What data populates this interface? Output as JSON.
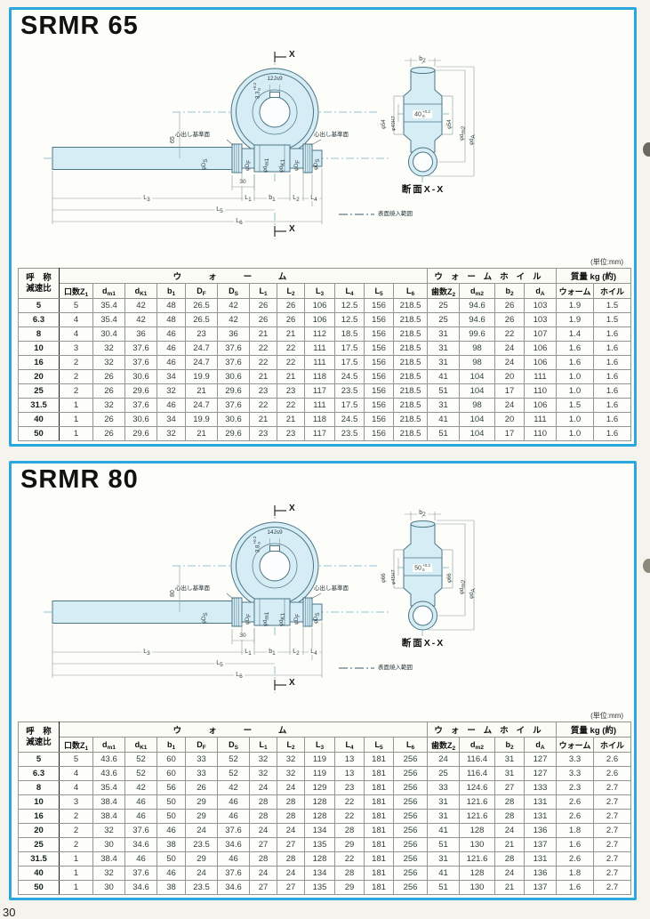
{
  "page": {
    "number": "30"
  },
  "unit_note": "(単位:mm)",
  "table_columns": {
    "ratio_line1": "呼　称",
    "ratio_line2": "減速比",
    "group_worm": "ウォーム",
    "group_wheel": "ウォームホイル",
    "group_mass": "質量 kg (約)",
    "worm": [
      "口数Z_{1}",
      "d_{m1}",
      "d_{K1}",
      "b_{1}",
      "D_{F}",
      "D_{S}",
      "L_{1}",
      "L_{2}",
      "L_{3}",
      "L_{4}",
      "L_{5}",
      "L_{6}"
    ],
    "wheel": [
      "歯数Z_{2}",
      "d_{m2}",
      "b_{2}",
      "d_{A}"
    ],
    "mass": [
      "ウォーム",
      "ホイル"
    ]
  },
  "drawing_common": {
    "section_x": "X",
    "datum": "心出し基準面",
    "dim_30": "30",
    "shaft_labels": [
      "φD_{S}",
      "φD_{F}",
      "φd_{m1}",
      "φd_{K1}",
      "φD_{F}",
      "φD_{S}"
    ],
    "dim_l3": "L_{3}",
    "dim_l1": "L_{1}",
    "dim_b1": "b_{1}",
    "dim_l2": "L_{2}",
    "dim_l4": "L_{4}",
    "dim_l5": "L_{5}",
    "dim_l6": "L_{6}",
    "dim_b2": "b_{2}",
    "dim_dm2": "φd_{m2}",
    "dim_da": "φd_{A}",
    "section_caption": "断面X-X",
    "legend": "表面焼入範囲",
    "tol_top": "+0.2",
    "tol_bottom": "0"
  },
  "panels": [
    {
      "title": "SRMR 65",
      "drawing": {
        "key_width": "12Js9",
        "key_depth": "3.3",
        "center_height": "65",
        "boss_dia_left": "φ54",
        "bore_dia": "φ40H7",
        "hub_width": "40",
        "boss_dia_right": "φ54"
      },
      "rows": [
        [
          "5",
          "5",
          "35.4",
          "42",
          "48",
          "26.5",
          "42",
          "26",
          "26",
          "106",
          "12.5",
          "156",
          "218.5",
          "25",
          "94.6",
          "26",
          "103",
          "1.9",
          "1.5"
        ],
        [
          "6.3",
          "4",
          "35.4",
          "42",
          "48",
          "26.5",
          "42",
          "26",
          "26",
          "106",
          "12.5",
          "156",
          "218.5",
          "25",
          "94.6",
          "26",
          "103",
          "1.9",
          "1.5"
        ],
        [
          "8",
          "4",
          "30.4",
          "36",
          "46",
          "23",
          "36",
          "21",
          "21",
          "112",
          "18.5",
          "156",
          "218.5",
          "31",
          "99.6",
          "22",
          "107",
          "1.4",
          "1.6"
        ],
        [
          "10",
          "3",
          "32",
          "37.6",
          "46",
          "24.7",
          "37.6",
          "22",
          "22",
          "111",
          "17.5",
          "156",
          "218.5",
          "31",
          "98",
          "24",
          "106",
          "1.6",
          "1.6"
        ],
        [
          "16",
          "2",
          "32",
          "37.6",
          "46",
          "24.7",
          "37.6",
          "22",
          "22",
          "111",
          "17.5",
          "156",
          "218.5",
          "31",
          "98",
          "24",
          "106",
          "1.6",
          "1.6"
        ],
        [
          "20",
          "2",
          "26",
          "30.6",
          "34",
          "19.9",
          "30.6",
          "21",
          "21",
          "118",
          "24.5",
          "156",
          "218.5",
          "41",
          "104",
          "20",
          "111",
          "1.0",
          "1.6"
        ],
        [
          "25",
          "2",
          "26",
          "29.6",
          "32",
          "21",
          "29.6",
          "23",
          "23",
          "117",
          "23.5",
          "156",
          "218.5",
          "51",
          "104",
          "17",
          "110",
          "1.0",
          "1.6"
        ],
        [
          "31.5",
          "1",
          "32",
          "37.6",
          "46",
          "24.7",
          "37.6",
          "22",
          "22",
          "111",
          "17.5",
          "156",
          "218.5",
          "31",
          "98",
          "24",
          "106",
          "1.5",
          "1.6"
        ],
        [
          "40",
          "1",
          "26",
          "30.6",
          "34",
          "19.9",
          "30.6",
          "21",
          "21",
          "118",
          "24.5",
          "156",
          "218.5",
          "41",
          "104",
          "20",
          "111",
          "1.0",
          "1.6"
        ],
        [
          "50",
          "1",
          "26",
          "29.6",
          "32",
          "21",
          "29.6",
          "23",
          "23",
          "117",
          "23.5",
          "156",
          "218.5",
          "51",
          "104",
          "17",
          "110",
          "1.0",
          "1.6"
        ]
      ]
    },
    {
      "title": "SRMR 80",
      "drawing": {
        "key_width": "14Js9",
        "key_depth": "3.8",
        "center_height": "80",
        "boss_dia_left": "φ66",
        "bore_dia": "φ45H7",
        "hub_width": "50",
        "boss_dia_right": "φ66"
      },
      "rows": [
        [
          "5",
          "5",
          "43.6",
          "52",
          "60",
          "33",
          "52",
          "32",
          "32",
          "119",
          "13",
          "181",
          "256",
          "24",
          "116.4",
          "31",
          "127",
          "3.3",
          "2.6"
        ],
        [
          "6.3",
          "4",
          "43.6",
          "52",
          "60",
          "33",
          "52",
          "32",
          "32",
          "119",
          "13",
          "181",
          "256",
          "25",
          "116.4",
          "31",
          "127",
          "3.3",
          "2.6"
        ],
        [
          "8",
          "4",
          "35.4",
          "42",
          "56",
          "26",
          "42",
          "24",
          "24",
          "129",
          "23",
          "181",
          "256",
          "33",
          "124.6",
          "27",
          "133",
          "2.3",
          "2.7"
        ],
        [
          "10",
          "3",
          "38.4",
          "46",
          "50",
          "29",
          "46",
          "28",
          "28",
          "128",
          "22",
          "181",
          "256",
          "31",
          "121.6",
          "28",
          "131",
          "2.6",
          "2.7"
        ],
        [
          "16",
          "2",
          "38.4",
          "46",
          "50",
          "29",
          "46",
          "28",
          "28",
          "128",
          "22",
          "181",
          "256",
          "31",
          "121.6",
          "28",
          "131",
          "2.6",
          "2.7"
        ],
        [
          "20",
          "2",
          "32",
          "37.6",
          "46",
          "24",
          "37.6",
          "24",
          "24",
          "134",
          "28",
          "181",
          "256",
          "41",
          "128",
          "24",
          "136",
          "1.8",
          "2.7"
        ],
        [
          "25",
          "2",
          "30",
          "34.6",
          "38",
          "23.5",
          "34.6",
          "27",
          "27",
          "135",
          "29",
          "181",
          "256",
          "51",
          "130",
          "21",
          "137",
          "1.6",
          "2.7"
        ],
        [
          "31.5",
          "1",
          "38.4",
          "46",
          "50",
          "29",
          "46",
          "28",
          "28",
          "128",
          "22",
          "181",
          "256",
          "31",
          "121.6",
          "28",
          "131",
          "2.6",
          "2.7"
        ],
        [
          "40",
          "1",
          "32",
          "37.6",
          "46",
          "24",
          "37.6",
          "24",
          "24",
          "134",
          "28",
          "181",
          "256",
          "41",
          "128",
          "24",
          "136",
          "1.8",
          "2.7"
        ],
        [
          "50",
          "1",
          "30",
          "34.6",
          "38",
          "23.5",
          "34.6",
          "27",
          "27",
          "135",
          "29",
          "181",
          "256",
          "51",
          "130",
          "21",
          "137",
          "1.6",
          "2.7"
        ]
      ]
    }
  ]
}
